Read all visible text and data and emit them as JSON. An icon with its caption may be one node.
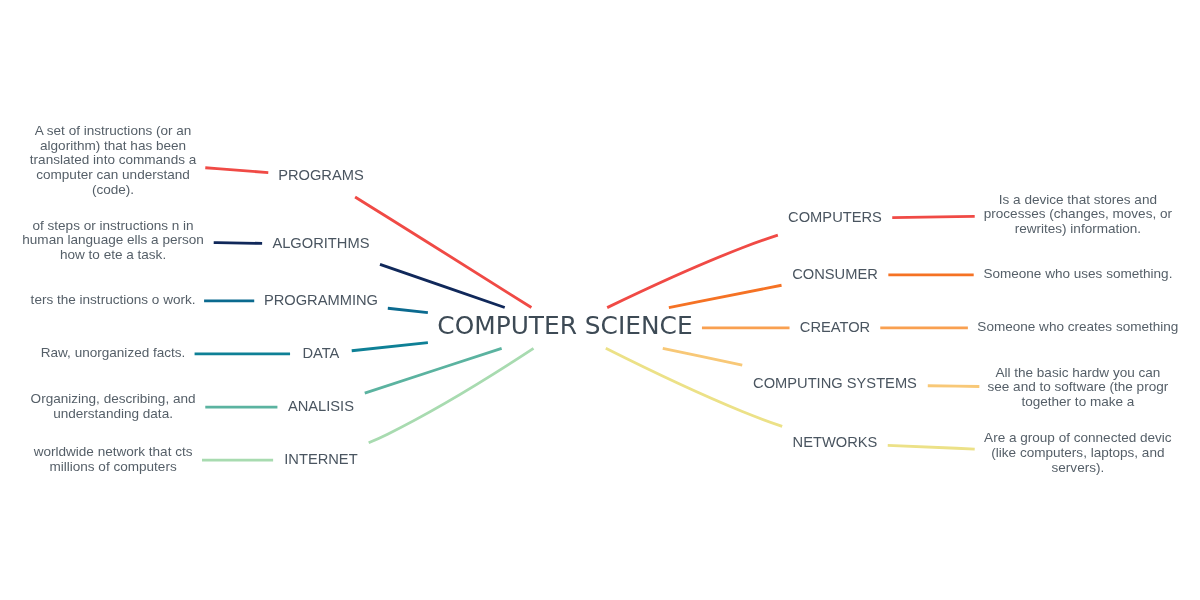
{
  "diagram": {
    "nodes": [
      {
        "text": [
          "COMPUTER SCIENCE"
        ]
      },
      {
        "text": [
          "PROGRAMS"
        ]
      },
      {
        "text": [
          "A set of instructions (or an algorithm) that has been translated into commands a computer can understand (code)."
        ]
      },
      {
        "text": [
          "ALGORITHMS"
        ]
      },
      {
        "text": [
          "of steps or instructions n in human language ells a person how to ete a task."
        ]
      },
      {
        "text": [
          "PROGRAMMING"
        ]
      },
      {
        "text": [
          "ters the instructions o work."
        ]
      },
      {
        "text": [
          "DATA"
        ]
      },
      {
        "text": [
          "Raw, unorganized facts."
        ]
      },
      {
        "text": [
          "ANALISIS"
        ]
      },
      {
        "text": [
          "Organizing, describing, and understanding data."
        ]
      },
      {
        "text": [
          "INTERNET"
        ]
      },
      {
        "text": [
          "worldwide network that cts millions of computers"
        ]
      },
      {
        "text": [
          "COMPUTERS"
        ]
      },
      {
        "text": [
          "Is a device that stores and processes (changes, moves, or rewrites) information."
        ]
      },
      {
        "text": [
          "CONSUMER"
        ]
      },
      {
        "text": [
          "Someone who uses something."
        ]
      },
      {
        "text": [
          "CREATOR"
        ]
      },
      {
        "text": [
          "Someone who creates something"
        ]
      },
      {
        "text": [
          "COMPUTING SYSTEMS"
        ]
      },
      {
        "text": [
          "All the basic hardw you can see and to software (the progr together to make a"
        ]
      },
      {
        "text": [
          "NETWORKS"
        ]
      },
      {
        "text": [
          "Are a group of connected devic (like computers, laptops, and servers)."
        ]
      }
    ],
    "edges": [
      {
        "from": 1,
        "to": 0,
        "arrow": "none",
        "color": "#f04a45"
      },
      {
        "from": 2,
        "to": 1,
        "arrow": "none",
        "color": "#f04a45"
      },
      {
        "from": 3,
        "to": 0,
        "arrow": "none",
        "color": "#10285a"
      },
      {
        "from": 4,
        "to": 3,
        "arrow": "none",
        "color": "#10285a"
      },
      {
        "from": 5,
        "to": 0,
        "arrow": "none",
        "color": "#0b6a8f"
      },
      {
        "from": 6,
        "to": 5,
        "arrow": "none",
        "color": "#0b6a8f"
      },
      {
        "from": 7,
        "to": 0,
        "arrow": "none",
        "color": "#0e8096"
      },
      {
        "from": 8,
        "to": 7,
        "arrow": "none",
        "color": "#0e8096"
      },
      {
        "from": 9,
        "to": 0,
        "arrow": "none",
        "color": "#5bb3a0"
      },
      {
        "from": 10,
        "to": 9,
        "arrow": "none",
        "color": "#5bb3a0"
      },
      {
        "from": 11,
        "to": 0,
        "arrow": "none",
        "color": "#a8dbb0"
      },
      {
        "from": 12,
        "to": 11,
        "arrow": "none",
        "color": "#a8dbb0"
      },
      {
        "from": 0,
        "to": 13,
        "arrow": "none",
        "color": "#f04a45"
      },
      {
        "from": 13,
        "to": 14,
        "arrow": "none",
        "color": "#f04a45"
      },
      {
        "from": 0,
        "to": 15,
        "arrow": "none",
        "color": "#f57224"
      },
      {
        "from": 15,
        "to": 16,
        "arrow": "none",
        "color": "#f57224"
      },
      {
        "from": 0,
        "to": 17,
        "arrow": "none",
        "color": "#f9a050"
      },
      {
        "from": 17,
        "to": 18,
        "arrow": "none",
        "color": "#f9a050"
      },
      {
        "from": 0,
        "to": 19,
        "arrow": "none",
        "color": "#f8c877"
      },
      {
        "from": 19,
        "to": 20,
        "arrow": "none",
        "color": "#f8c877"
      },
      {
        "from": 0,
        "to": 21,
        "arrow": "none",
        "color": "#ece187"
      },
      {
        "from": 21,
        "to": 22,
        "arrow": "none",
        "color": "#ece187"
      }
    ]
  }
}
